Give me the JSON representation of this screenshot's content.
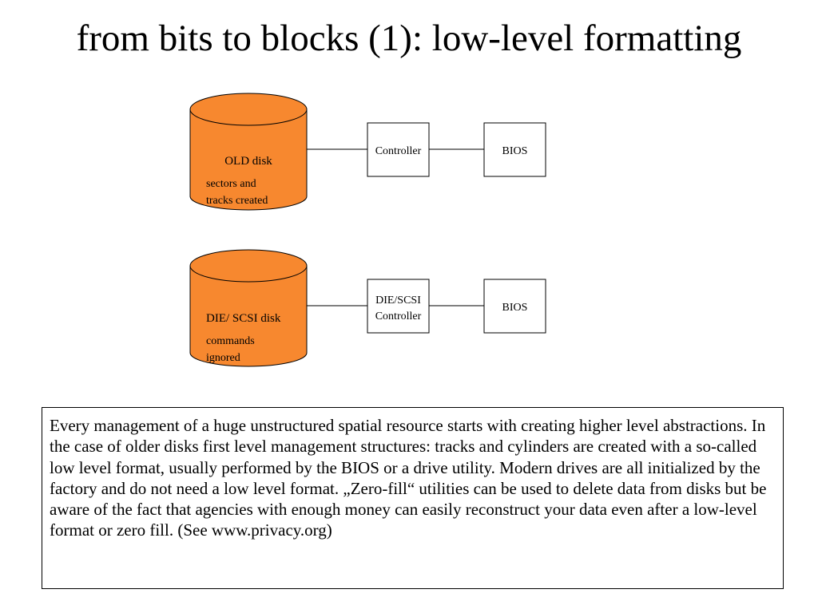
{
  "title": "from bits to blocks (1): low-level formatting",
  "diagram": {
    "colors": {
      "disk_fill": "#f7882f",
      "disk_stroke": "#000000",
      "box_stroke": "#000000",
      "connector": "#000000"
    },
    "rows": [
      {
        "disk": {
          "label": "OLD disk",
          "note_line1": "sectors and",
          "note_line2": "tracks created"
        },
        "controller": {
          "line1": "Controller",
          "line2": ""
        },
        "bios": {
          "label": "BIOS"
        }
      },
      {
        "disk": {
          "label": "DIE/ SCSI disk",
          "note_line1": "commands",
          "note_line2": "ignored"
        },
        "controller": {
          "line1": "DIE/SCSI",
          "line2": "Controller"
        },
        "bios": {
          "label": "BIOS"
        }
      }
    ]
  },
  "description": "Every management of a huge unstructured spatial resource starts with creating higher level abstractions. In the case of older disks first level management structures: tracks and cylinders are created with a so-called low level format, usually performed by the BIOS or a drive utility. Modern drives are all initialized by the factory and do not need a low level format. „Zero-fill“ utilities can be used to delete data from disks but be aware of the fact that agencies with enough money can easily reconstruct your data even after a low-level format or zero fill. (See www.privacy.org)"
}
